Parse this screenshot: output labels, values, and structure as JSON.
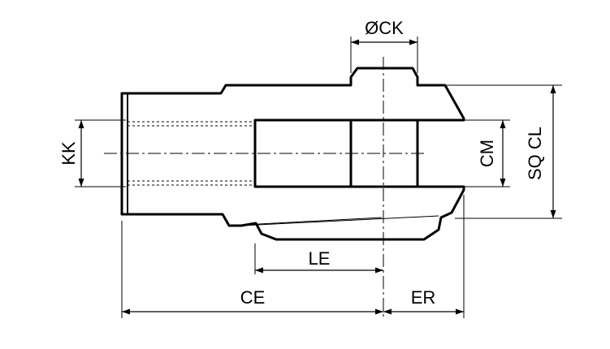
{
  "labels": {
    "ck": "ØCK",
    "kk": "KK",
    "cm": "CM",
    "sqcl": "SQ CL",
    "le": "LE",
    "ce": "CE",
    "er": "ER"
  },
  "colors": {
    "line": "#000000",
    "background": "#ffffff"
  }
}
